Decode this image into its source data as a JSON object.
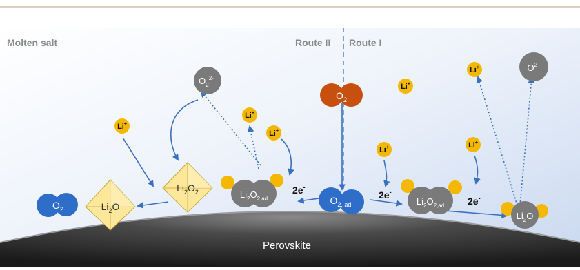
{
  "diagram": {
    "region_label": "Molten salt",
    "route2_label": "Route II",
    "route1_label": "Route I",
    "substrate_label": "Perovskite",
    "species": {
      "o2_gas": "O",
      "o2_gas_sub": "2",
      "o2_ads": "O",
      "o2_ads_sub": "2, ad",
      "o2_left": "O",
      "o2_left_sub": "2",
      "li_ion": "Li",
      "li_ion_charge": "+",
      "peroxide_ion": "O",
      "peroxide_ion_sub": "2",
      "peroxide_ion_charge": "2-",
      "oxide_ion": "O",
      "oxide_ion_charge": "2−",
      "li2o2_ad_base": "Li",
      "li2o2_ad_sub1": "2",
      "li2o2_ad_mid": "O",
      "li2o2_ad_sub2": "2,ad",
      "li2o2_crystal_base": "Li",
      "li2o2_crystal_sub1": "2",
      "li2o2_crystal_mid": "O",
      "li2o2_crystal_sub2": "2",
      "li2o_crystal_base": "Li",
      "li2o_crystal_sub": "2",
      "li2o_crystal_end": "O",
      "li2o_surface_base": "Li",
      "li2o_surface_sub": "2",
      "li2o_surface_end": "O"
    },
    "electrons": {
      "left_2e": "2e",
      "left_2e_sup": "-",
      "right_2e_a": "2e",
      "right_2e_a_sup": "-",
      "right_2e_b": "2e",
      "right_2e_b_sup": "-"
    },
    "colors": {
      "li_ion": "#f5b800",
      "oxygen_gas": "#c8500f",
      "oxygen_ads": "#2e6ec8",
      "grey_species": "#7a7a7a",
      "crystal": "#fde79a",
      "arrow": "#3a70c0",
      "divider": "#7aa3d8",
      "substrate": "#3a3a3a"
    }
  }
}
